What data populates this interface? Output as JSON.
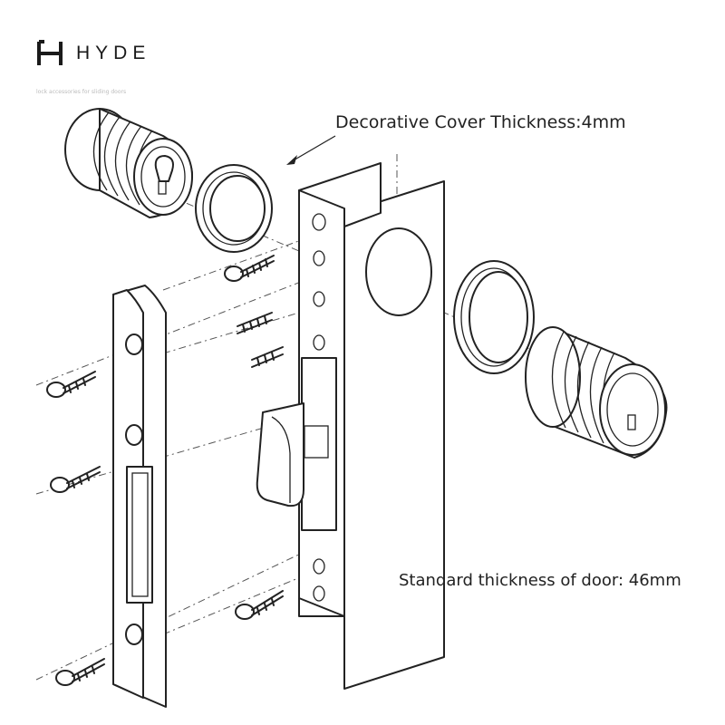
{
  "brand": {
    "name": "HYDE",
    "logo_icon": "h-monogram-icon",
    "subline": "lock accessories for sliding doors"
  },
  "annotations": {
    "cover_thickness": "Decorative Cover Thickness:4mm",
    "door_thickness": "Standard thickness of door: 46mm"
  },
  "parts": [
    "key-cylinder-back",
    "decorative-cover-ring-back",
    "strike-plate",
    "lock-body",
    "decorative-cover-ring-front",
    "key-cylinder-front",
    "mounting-screws"
  ],
  "colors": {
    "line": "#222222",
    "background": "#ffffff"
  }
}
